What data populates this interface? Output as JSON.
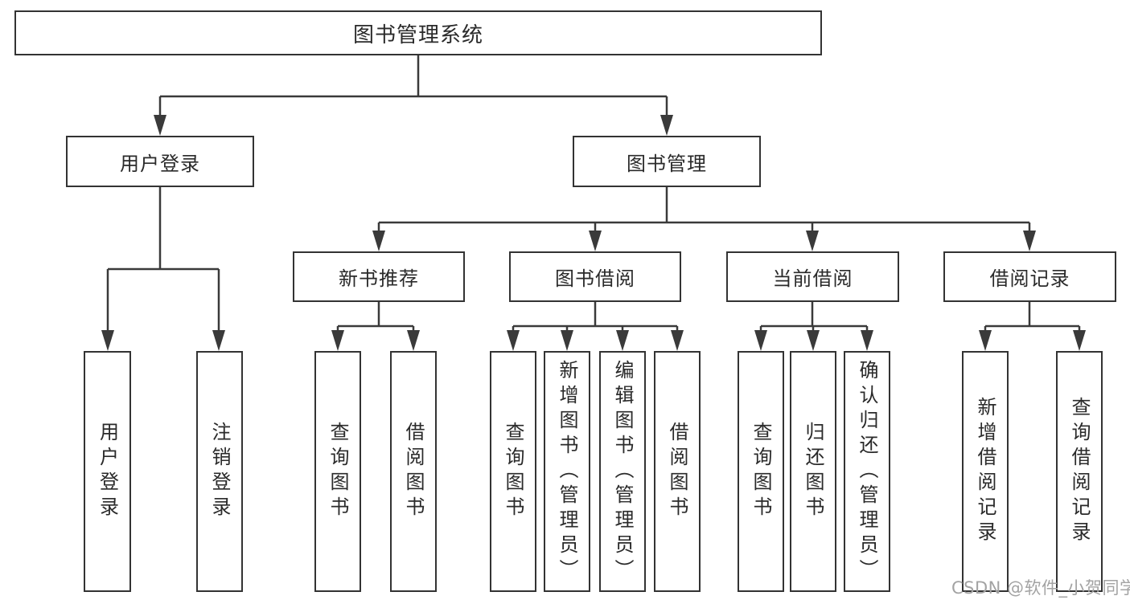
{
  "diagram": {
    "root": {
      "label": "图书管理系统",
      "children": [
        {
          "label": "用户登录",
          "children": [
            {
              "label": "用户登录"
            },
            {
              "label": "注销登录"
            }
          ]
        },
        {
          "label": "图书管理",
          "children": [
            {
              "label": "新书推荐",
              "children": [
                {
                  "label": "查询图书"
                },
                {
                  "label": "借阅图书"
                }
              ]
            },
            {
              "label": "图书借阅",
              "children": [
                {
                  "label": "查询图书"
                },
                {
                  "label": "新增图书（管理员）"
                },
                {
                  "label": "编辑图书（管理员）"
                },
                {
                  "label": "借阅图书"
                }
              ]
            },
            {
              "label": "当前借阅",
              "children": [
                {
                  "label": "查询图书"
                },
                {
                  "label": "归还图书"
                },
                {
                  "label": "确认归还（管理员）"
                }
              ]
            },
            {
              "label": "借阅记录",
              "children": [
                {
                  "label": "新增借阅记录"
                },
                {
                  "label": "查询借阅记录"
                }
              ]
            }
          ]
        }
      ]
    },
    "watermark": {
      "text": "CSDN @软件_小贺同学"
    },
    "colors": {
      "line": "#3a3a3a",
      "box_border": "#333333",
      "text": "#2a2a2a",
      "watermark": "#a3a3a3",
      "background": "#ffffff"
    }
  }
}
